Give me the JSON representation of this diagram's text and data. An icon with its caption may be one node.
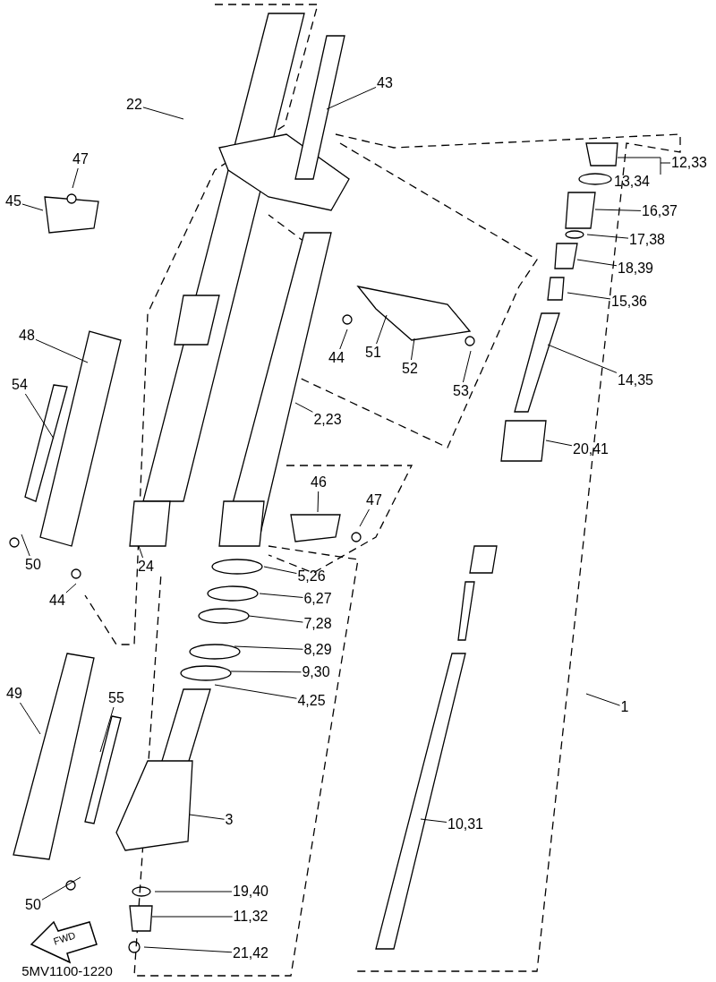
{
  "diagram": {
    "nodes": [
      {
        "text": [
          "22"
        ]
      },
      {
        "text": [
          "43"
        ]
      },
      {
        "text": [
          "47"
        ]
      },
      {
        "text": [
          "45"
        ]
      },
      {
        "text": [
          "12,33"
        ]
      },
      {
        "text": [
          "13,34"
        ]
      },
      {
        "text": [
          "16,37"
        ]
      },
      {
        "text": [
          "17,38"
        ]
      },
      {
        "text": [
          "18,39"
        ]
      },
      {
        "text": [
          "15,36"
        ]
      },
      {
        "text": [
          "48"
        ]
      },
      {
        "text": [
          "44"
        ]
      },
      {
        "text": [
          "51"
        ]
      },
      {
        "text": [
          "52"
        ]
      },
      {
        "text": [
          "53"
        ]
      },
      {
        "text": [
          "14,35"
        ]
      },
      {
        "text": [
          "54"
        ]
      },
      {
        "text": [
          "2,23"
        ]
      },
      {
        "text": [
          "20,41"
        ]
      },
      {
        "text": [
          "46"
        ]
      },
      {
        "text": [
          "47"
        ]
      },
      {
        "text": [
          "50"
        ]
      },
      {
        "text": [
          "24"
        ]
      },
      {
        "text": [
          "44"
        ]
      },
      {
        "text": [
          "5,26"
        ]
      },
      {
        "text": [
          "6,27"
        ]
      },
      {
        "text": [
          "7,28"
        ]
      },
      {
        "text": [
          "8,29"
        ]
      },
      {
        "text": [
          "9,30"
        ]
      },
      {
        "text": [
          "4,25"
        ]
      },
      {
        "text": [
          "1"
        ]
      },
      {
        "text": [
          "49"
        ]
      },
      {
        "text": [
          "55"
        ]
      },
      {
        "text": [
          "3"
        ]
      },
      {
        "text": [
          "10,31"
        ]
      },
      {
        "text": [
          "19,40"
        ]
      },
      {
        "text": [
          "50"
        ]
      },
      {
        "text": [
          "11,32"
        ]
      },
      {
        "text": [
          "21,42"
        ]
      }
    ],
    "edges": [
      {
        "from": 0,
        "to": null,
        "arrow": "none"
      },
      {
        "from": 1,
        "to": null,
        "arrow": "none"
      },
      {
        "from": 2,
        "to": null,
        "arrow": "none"
      },
      {
        "from": 3,
        "to": null,
        "arrow": "none"
      },
      {
        "from": 4,
        "to": null,
        "arrow": "none"
      },
      {
        "from": 5,
        "to": null,
        "arrow": "none"
      },
      {
        "from": 6,
        "to": null,
        "arrow": "none"
      },
      {
        "from": 7,
        "to": null,
        "arrow": "none"
      },
      {
        "from": 8,
        "to": null,
        "arrow": "none"
      },
      {
        "from": 9,
        "to": null,
        "arrow": "none"
      },
      {
        "from": 10,
        "to": null,
        "arrow": "none"
      },
      {
        "from": 11,
        "to": null,
        "arrow": "none"
      },
      {
        "from": 12,
        "to": null,
        "arrow": "none"
      },
      {
        "from": 13,
        "to": null,
        "arrow": "none"
      },
      {
        "from": 14,
        "to": null,
        "arrow": "none"
      },
      {
        "from": 15,
        "to": null,
        "arrow": "none"
      },
      {
        "from": 16,
        "to": null,
        "arrow": "none"
      },
      {
        "from": 17,
        "to": null,
        "arrow": "none"
      },
      {
        "from": 18,
        "to": null,
        "arrow": "none"
      },
      {
        "from": 19,
        "to": null,
        "arrow": "none"
      },
      {
        "from": 20,
        "to": null,
        "arrow": "none"
      },
      {
        "from": 21,
        "to": null,
        "arrow": "none"
      },
      {
        "from": 22,
        "to": null,
        "arrow": "none"
      },
      {
        "from": 23,
        "to": null,
        "arrow": "none"
      },
      {
        "from": 24,
        "to": null,
        "arrow": "none"
      },
      {
        "from": 25,
        "to": null,
        "arrow": "none"
      },
      {
        "from": 26,
        "to": null,
        "arrow": "none"
      },
      {
        "from": 27,
        "to": null,
        "arrow": "none"
      },
      {
        "from": 28,
        "to": null,
        "arrow": "none"
      },
      {
        "from": 29,
        "to": null,
        "arrow": "none"
      },
      {
        "from": 30,
        "to": null,
        "arrow": "none"
      },
      {
        "from": 31,
        "to": null,
        "arrow": "none"
      },
      {
        "from": 32,
        "to": null,
        "arrow": "none"
      },
      {
        "from": 33,
        "to": null,
        "arrow": "none"
      },
      {
        "from": 34,
        "to": null,
        "arrow": "none"
      },
      {
        "from": 35,
        "to": null,
        "arrow": "none"
      },
      {
        "from": 36,
        "to": null,
        "arrow": "none"
      },
      {
        "from": 37,
        "to": null,
        "arrow": "none"
      },
      {
        "from": 38,
        "to": null,
        "arrow": "none"
      }
    ],
    "labels": [
      "FWD",
      "5MV1100-1220"
    ]
  }
}
